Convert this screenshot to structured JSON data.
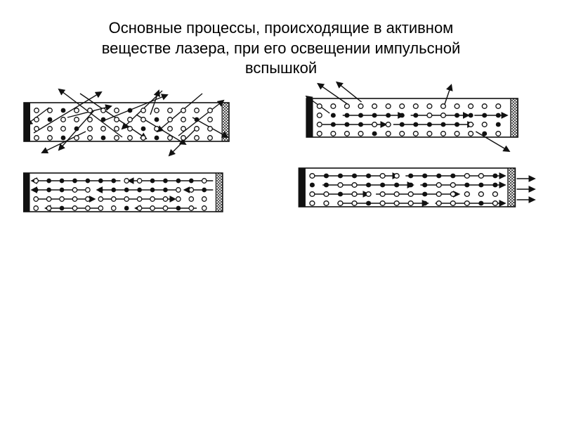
{
  "slide": {
    "title": "Основные процессы, происходящие в активном веществе лазера, при его освещении импульсной вспышкой",
    "title_lines": [
      "Основные процессы, происходящие в активном",
      "веществе лазера, при его освещении импульсной",
      "вспышкой"
    ]
  },
  "colors": {
    "ink": "#111111",
    "paper": "#ffffff"
  },
  "legend": {
    "open_circle": "atom-ground-state",
    "filled_dot": "atom-excited-state",
    "arrow": "photon",
    "left_bar": "full-mirror",
    "right_hatched_bar": "semi-transparent-mirror"
  },
  "diagrams": [
    {
      "name": "stage1-spontaneous-emission-random-directions",
      "rows": [
        "oo*oooo*oooooo",
        "o*ooo*ooo*oo*o",
        "ooo*oooo*ooooo",
        "oo*oo*ooo*oooo"
      ],
      "arrows": [
        [
          22,
          68,
          118,
          10
        ],
        [
          148,
          74,
          58,
          6
        ],
        [
          88,
          12,
          182,
          76
        ],
        [
          205,
          8,
          148,
          62
        ],
        [
          118,
          52,
          212,
          14
        ],
        [
          228,
          72,
          292,
          22
        ],
        [
          262,
          12,
          198,
          66
        ],
        [
          44,
          32,
          12,
          56
        ],
        [
          168,
          42,
          238,
          84
        ],
        [
          108,
          36,
          58,
          92
        ],
        [
          248,
          46,
          298,
          74
        ],
        [
          70,
          46,
          132,
          30
        ],
        [
          188,
          42,
          200,
          8
        ],
        [
          96,
          66,
          34,
          96
        ],
        [
          255,
          60,
          215,
          100
        ]
      ],
      "output_arrows": []
    },
    {
      "name": "stage2-stimulated-emission-along-axis-begins",
      "rows": [
        "oooooooooooooo",
        "o*******oo****",
        "o***oo*****oo*",
        "oooo*ooooooo*o"
      ],
      "arrows": [
        [
          58,
          49,
          142,
          49
        ],
        [
          152,
          49,
          232,
          49
        ],
        [
          240,
          49,
          285,
          49
        ],
        [
          30,
          62,
          118,
          62
        ],
        [
          128,
          62,
          238,
          62
        ],
        [
          66,
          34,
          24,
          4
        ],
        [
          84,
          30,
          50,
          2
        ],
        [
          40,
          46,
          8,
          22
        ],
        [
          242,
          72,
          288,
          100
        ],
        [
          198,
          36,
          208,
          6
        ]
      ],
      "output_arrows": []
    },
    {
      "name": "stage3-photon-avalanche-reflected-by-mirror",
      "rows": [
        "o******oo****o",
        "***oo******oo*",
        "oooooooooooooo",
        "oo*oooo*ooo*oo"
      ],
      "arrows": [
        [
          150,
          36,
          20,
          36
        ],
        [
          286,
          36,
          162,
          36
        ],
        [
          104,
          49,
          20,
          49
        ],
        [
          232,
          49,
          116,
          49
        ],
        [
          286,
          49,
          244,
          49
        ],
        [
          22,
          62,
          112,
          62
        ],
        [
          124,
          62,
          230,
          62
        ],
        [
          262,
          75,
          172,
          75
        ],
        [
          122,
          75,
          40,
          75
        ]
      ],
      "output_arrows": []
    },
    {
      "name": "stage4-beam-output-through-semitransparent-mirror",
      "rows": [
        "o****oo****oo*",
        "**oo*****oo***",
        "oo*ooooo*ooooo",
        "oooo*ooo*ooo*o"
      ],
      "arrows": [
        [
          24,
          36,
          142,
          36
        ],
        [
          152,
          36,
          286,
          36
        ],
        [
          40,
          49,
          162,
          49
        ],
        [
          172,
          49,
          286,
          49
        ],
        [
          24,
          62,
          102,
          62
        ],
        [
          112,
          62,
          224,
          62
        ],
        [
          60,
          75,
          182,
          75
        ],
        [
          192,
          75,
          286,
          75
        ]
      ],
      "output_arrows": [
        [
          302,
          40,
          326,
          40
        ],
        [
          302,
          55,
          326,
          55
        ],
        [
          302,
          70,
          326,
          70
        ]
      ]
    }
  ]
}
